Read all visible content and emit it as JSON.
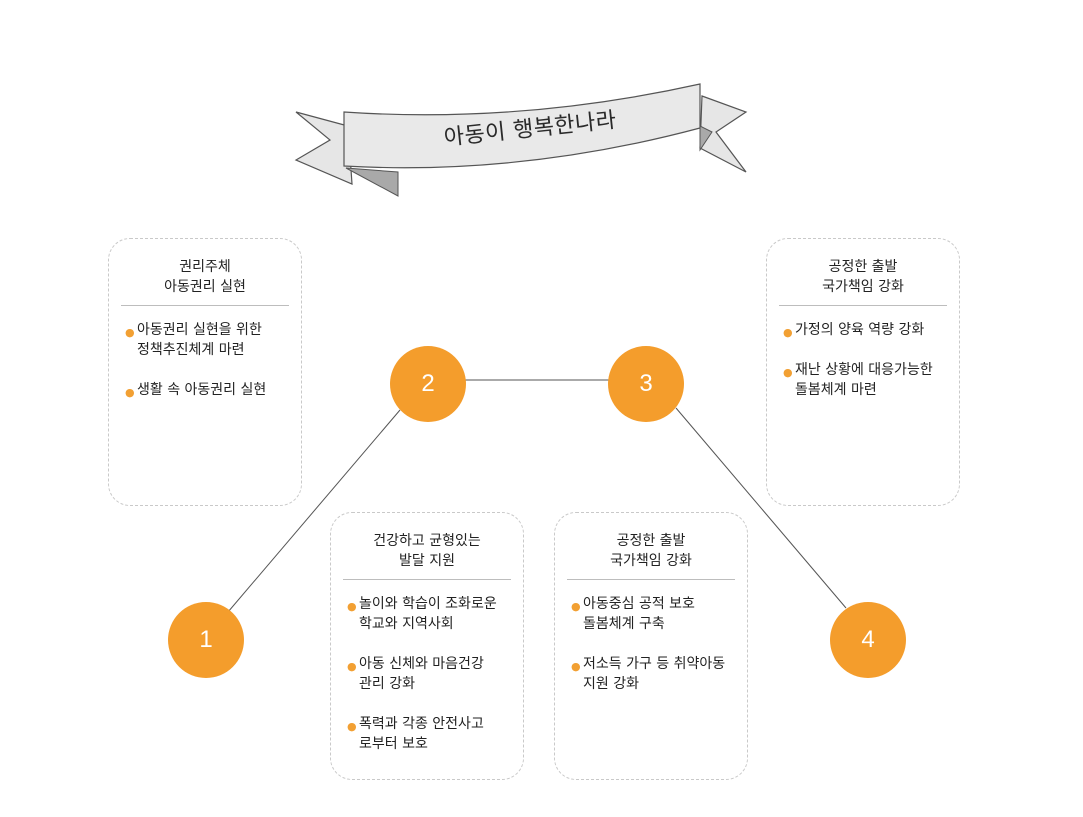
{
  "banner": {
    "title": "아동이 행복한나라"
  },
  "colors": {
    "node": "#f49d2c",
    "bullet": "#f2a033",
    "ribbon": "#e6e6e6",
    "ribbon_fold": "#a9a9a9"
  },
  "nodes": [
    {
      "label": "1"
    },
    {
      "label": "2"
    },
    {
      "label": "3"
    },
    {
      "label": "4"
    }
  ],
  "cards": {
    "c1": {
      "title": "권리주체\n아동권리 실현",
      "items": [
        "아동권리 실현을 위한\n정책추진체계 마련",
        "생활 속 아동권리 실현"
      ]
    },
    "c2": {
      "title": "건강하고 균형있는\n발달 지원",
      "items": [
        "놀이와 학습이 조화로운\n학교와 지역사회",
        "아동 신체와 마음건강\n관리 강화",
        "폭력과 각종 안전사고\n로부터 보호"
      ]
    },
    "c3": {
      "title": "공정한 출발\n국가책임 강화",
      "items": [
        "아동중심 공적 보호\n돌봄체계 구축",
        "저소득 가구 등 취약아동\n지원 강화"
      ]
    },
    "c4": {
      "title": "공정한 출발\n국가책임 강화",
      "items": [
        "가정의 양육 역량 강화",
        "재난 상황에 대응가능한\n돌봄체계 마련"
      ]
    }
  }
}
